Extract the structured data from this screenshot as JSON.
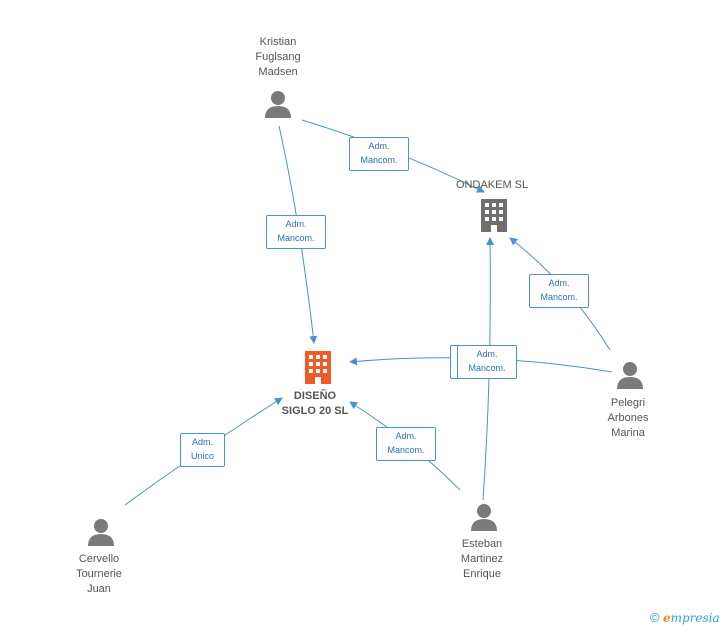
{
  "colors": {
    "edge": "#4a90d9",
    "person": "#7a7a7a",
    "company": "#6f6f6f",
    "main_company": "#f05a28"
  },
  "nodes": {
    "diseno": {
      "label_line1": "DISEÑO",
      "label_line2": "SIGLO 20  SL"
    },
    "ondakem": {
      "label": "ONDAKEM  SL"
    },
    "kristian": {
      "line1": "Kristian",
      "line2": "Fuglsang",
      "line3": "Madsen"
    },
    "pelegri": {
      "line1": "Pelegri",
      "line2": "Arbones",
      "line3": "Marina"
    },
    "esteban": {
      "line1": "Esteban",
      "line2": "Martinez",
      "line3": "Enrique"
    },
    "cervello": {
      "line1": "Cervello",
      "line2": "Tournerie",
      "line3": "Juan"
    }
  },
  "edges": {
    "kristian_ondakem": {
      "line1": "Adm.",
      "line2": "Mancom."
    },
    "kristian_diseno": {
      "line1": "Adm.",
      "line2": "Mancom."
    },
    "pelegri_ondakem": {
      "line1": "Adm.",
      "line2": "Mancom."
    },
    "pelegri_diseno": {
      "line1": "Adm.",
      "line2": "Mancom."
    },
    "esteban_diseno": {
      "line1": "Adm.",
      "line2": "Mancom."
    },
    "cervello_diseno": {
      "line1": "Adm.",
      "line2": "Unico"
    }
  },
  "footer": {
    "copyright": "©",
    "brand_initial": "e",
    "brand_rest": "mpresia"
  }
}
